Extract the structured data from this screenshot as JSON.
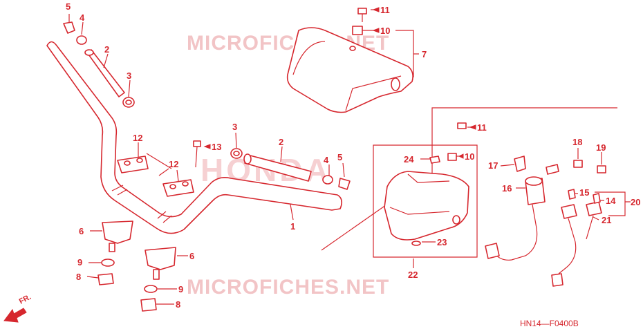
{
  "watermarks": {
    "top": "MICROFICHES.NET",
    "bottom": "MICROFICHES.NET",
    "brand": "HONDA"
  },
  "diagram_code": "HN14—F0400B",
  "front_indicator": "FR.",
  "callouts": {
    "c1": "1",
    "c2a": "2",
    "c2b": "2",
    "c3a": "3",
    "c3b": "3",
    "c4a": "4",
    "c4b": "4",
    "c5a": "5",
    "c5b": "5",
    "c6a": "6",
    "c6b": "6",
    "c7": "7",
    "c8a": "8",
    "c8b": "8",
    "c9a": "9",
    "c9b": "9",
    "c10a": "10",
    "c10b": "10",
    "c11a": "11",
    "c11b": "11",
    "c12a": "12",
    "c12b": "12",
    "c13": "13",
    "c14": "14",
    "c15": "15",
    "c16": "16",
    "c17": "17",
    "c18": "18",
    "c19": "19",
    "c20": "20",
    "c21": "21",
    "c22": "22",
    "c23": "23",
    "c24": "24"
  },
  "colors": {
    "line": "#d6272e",
    "watermark": "#f2c4c6",
    "background": "#ffffff"
  }
}
